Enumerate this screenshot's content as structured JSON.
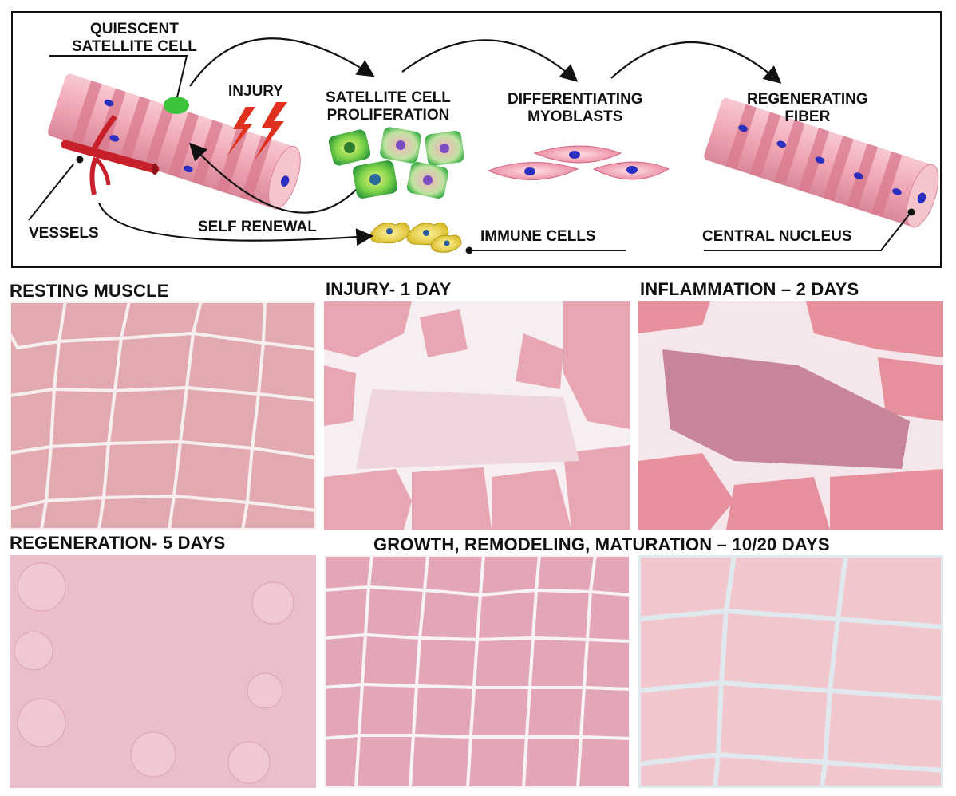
{
  "diagram": {
    "labels": {
      "quiescent": [
        "QUIESCENT",
        "SATELLITE CELL"
      ],
      "injury": "INJURY",
      "proliferation": [
        "SATELLITE CELL",
        "PROLIFERATION"
      ],
      "differentiating": [
        "DIFFERENTIATING",
        "MYOBLASTS"
      ],
      "regenerating": [
        "REGENERATING",
        "FIBER"
      ],
      "vessels": "VESSELS",
      "self_renewal": "SELF RENEWAL",
      "immune_cells": "IMMUNE CELLS",
      "central_nucleus": "CENTRAL NUCLEUS"
    }
  },
  "panels": {
    "resting": "RESTING MUSCLE",
    "injury": "INJURY- 1 DAY",
    "inflammation": "INFLAMMATION – 2 DAYS",
    "regeneration": "REGENERATION- 5 DAYS",
    "growth": "GROWTH, REMODELING, MATURATION – 10/20 DAYS"
  },
  "colors": {
    "fiber_pink": "#f0a6b4",
    "fiber_band": "#d9798d",
    "nucleus_blue": "#2b2fbf",
    "satellite_green": "#3cc43c",
    "vessel_red": "#c8202a",
    "injury_red": "#e0301e",
    "immune_yellow": "#e8d23c",
    "tissue_pink": "#e7a2ae",
    "tissue_gap": "#f7eef0"
  }
}
